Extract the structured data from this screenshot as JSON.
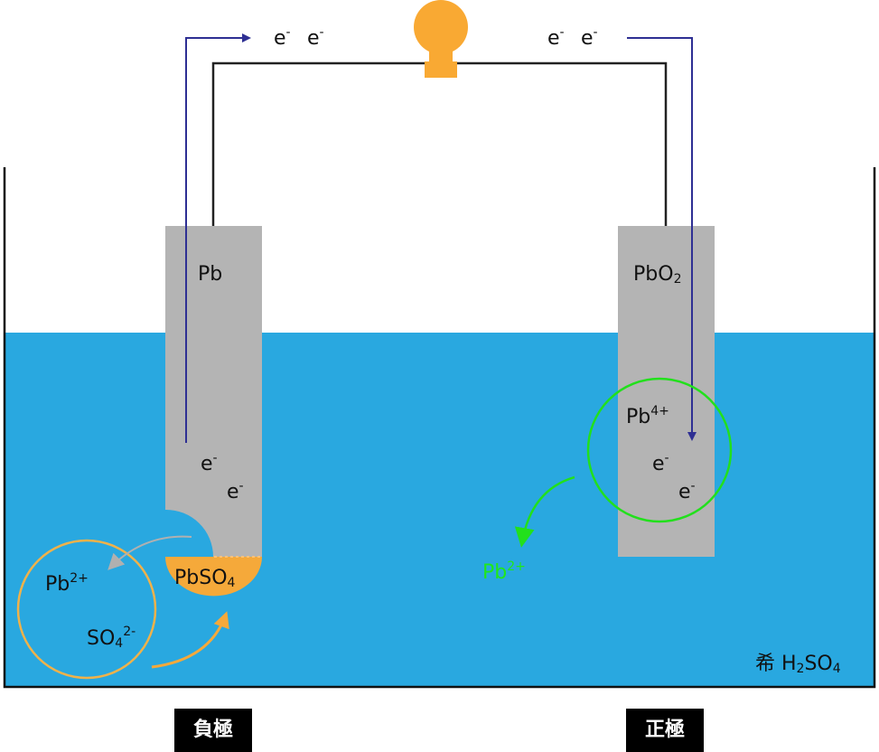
{
  "electrons": {
    "label": "e",
    "charge": "-"
  },
  "electrodes": {
    "negative": {
      "material": "Pb",
      "caption": "負極"
    },
    "positive": {
      "material": "PbO",
      "material_sub": "2",
      "caption": "正極"
    }
  },
  "reaction_negative": {
    "product": "PbSO",
    "product_sub": "4",
    "ion_pb": "Pb",
    "ion_pb_sup": "2+",
    "ion_so4": "SO",
    "ion_so4_sub": "4",
    "ion_so4_sup": "2-"
  },
  "reaction_positive": {
    "ion_pb4": "Pb",
    "ion_pb4_sup": "4+",
    "ion_pb2": "Pb",
    "ion_pb2_sup": "2+"
  },
  "electrolyte": {
    "prefix": "希 H",
    "sub1": "2",
    "middle": "SO",
    "sub2": "4"
  },
  "colors": {
    "solution": "#29a8e0",
    "electrode": "#b4b4b4",
    "product": "#f5a93a",
    "bulb": "#f9a933",
    "electron_path": "#2e2f93",
    "ion_circle": "#f0b24a",
    "pb4_circle": "#22e01c",
    "pb2_text": "#20e81a",
    "grey_arrow": "#b0b0b0"
  }
}
